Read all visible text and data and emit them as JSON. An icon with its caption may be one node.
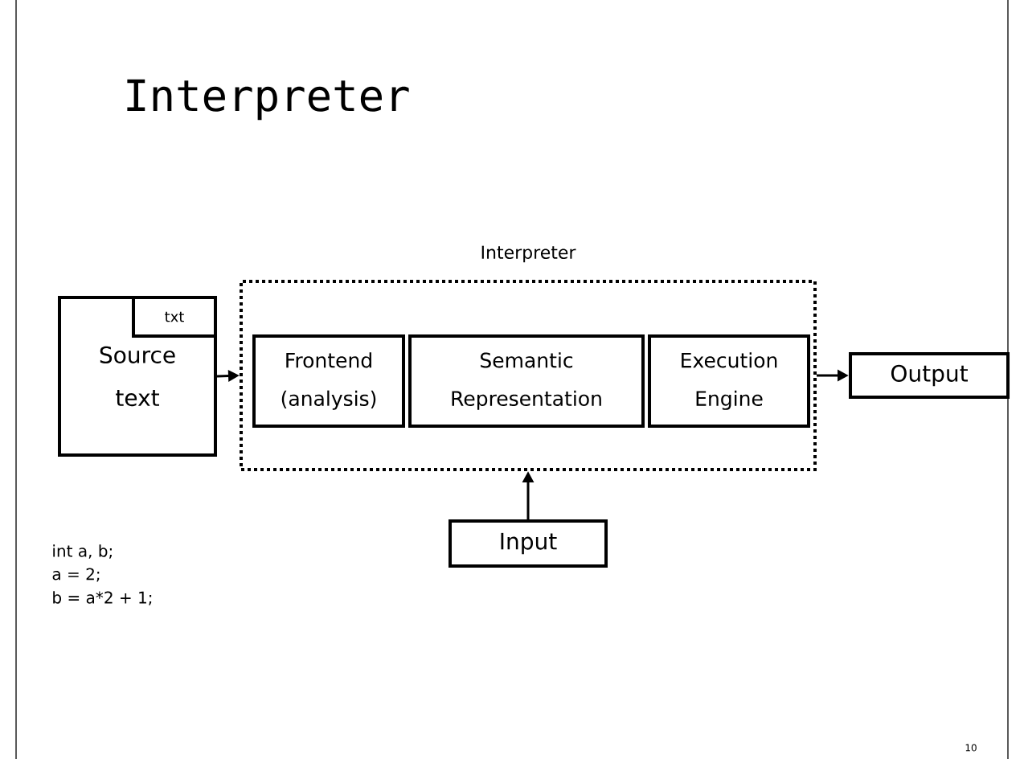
{
  "diagram": {
    "title": "Interpreter",
    "nodes": [
      {
        "text": [
          "Interpreter"
        ]
      },
      {
        "text": [
          "Source text"
        ]
      },
      {
        "text": [
          "txt"
        ],
        "in": 1
      },
      {
        "text": [
          "Frontend (analysis)"
        ],
        "in": 0
      },
      {
        "text": [
          "Semantic Representation"
        ],
        "in": 0
      },
      {
        "text": [
          "Execution Engine"
        ],
        "in": 0
      },
      {
        "text": [
          "Output"
        ]
      },
      {
        "text": [
          "Input"
        ]
      }
    ],
    "edges": [
      {
        "from": 1,
        "to": 0,
        "arrow": "to"
      },
      {
        "from": 0,
        "to": 6,
        "arrow": "to"
      },
      {
        "from": 7,
        "to": 0,
        "arrow": "to"
      }
    ],
    "labels": [
      "int a, b;",
      "a = 2;",
      "b = a*2 + 1;",
      "10"
    ]
  }
}
